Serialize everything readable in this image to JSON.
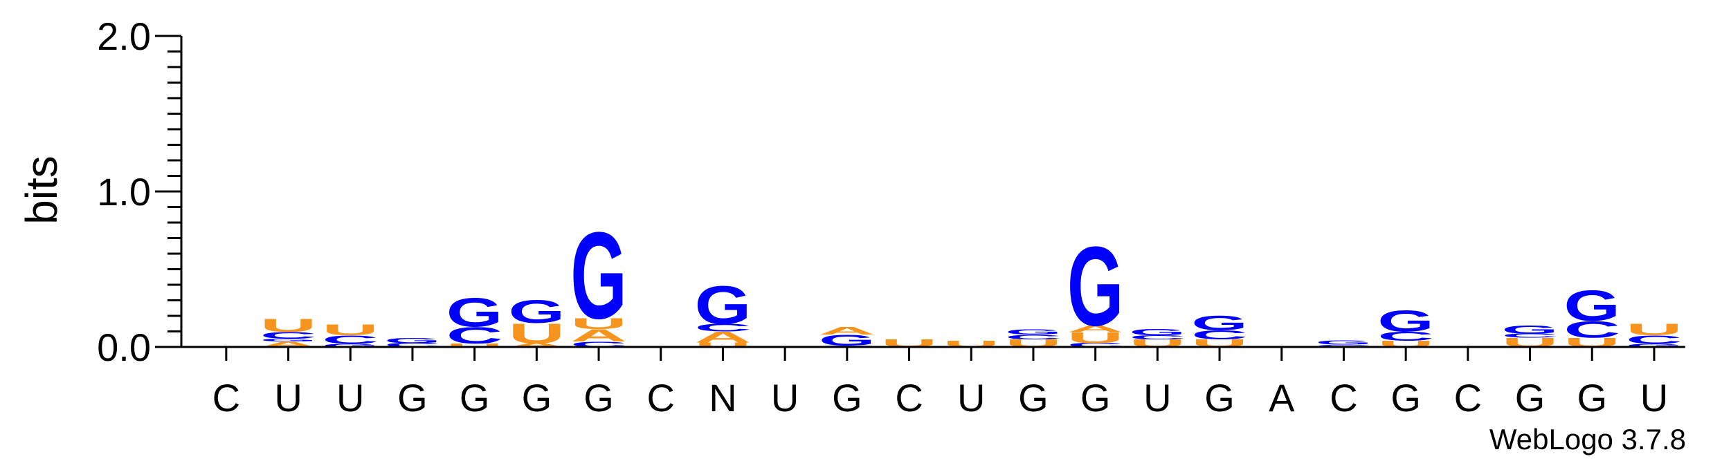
{
  "chart_data": {
    "type": "sequence-logo",
    "ylabel": "bits",
    "ylim": [
      0,
      2.0
    ],
    "yticks": [
      "0.0",
      "1.0",
      "2.0"
    ],
    "yticks_values": [
      0,
      1,
      2
    ],
    "consensus": [
      "C",
      "U",
      "U",
      "G",
      "G",
      "G",
      "G",
      "C",
      "N",
      "U",
      "G",
      "C",
      "U",
      "G",
      "G",
      "U",
      "G",
      "A",
      "C",
      "G",
      "C",
      "G",
      "G",
      "U"
    ],
    "colors": {
      "A": "#f7941d",
      "C": "#0000ff",
      "G": "#0000ff",
      "U": "#f7941d"
    },
    "stacks": [
      [],
      [
        {
          "letter": "A",
          "bits": 0.035
        },
        {
          "letter": "G",
          "bits": 0.018
        },
        {
          "letter": "C",
          "bits": 0.045
        },
        {
          "letter": "U",
          "bits": 0.085
        }
      ],
      [
        {
          "letter": "G",
          "bits": 0.02
        },
        {
          "letter": "C",
          "bits": 0.055
        },
        {
          "letter": "U",
          "bits": 0.07
        }
      ],
      [
        {
          "letter": "C",
          "bits": 0.025
        },
        {
          "letter": "G",
          "bits": 0.035
        }
      ],
      [
        {
          "letter": "U",
          "bits": 0.022
        },
        {
          "letter": "C",
          "bits": 0.11
        },
        {
          "letter": "G",
          "bits": 0.19
        }
      ],
      [
        {
          "letter": "A",
          "bits": 0.025
        },
        {
          "letter": "U",
          "bits": 0.13
        },
        {
          "letter": "G",
          "bits": 0.15
        }
      ],
      [
        {
          "letter": "C",
          "bits": 0.035
        },
        {
          "letter": "A",
          "bits": 0.08
        },
        {
          "letter": "U",
          "bits": 0.07
        },
        {
          "letter": "G",
          "bits": 0.57
        }
      ],
      [],
      [
        {
          "letter": "U",
          "bits": 0.03
        },
        {
          "letter": "A",
          "bits": 0.07
        },
        {
          "letter": "C",
          "bits": 0.05
        },
        {
          "letter": "G",
          "bits": 0.25
        }
      ],
      [],
      [
        {
          "letter": "C",
          "bits": 0.01
        },
        {
          "letter": "G",
          "bits": 0.07
        },
        {
          "letter": "A",
          "bits": 0.05
        }
      ],
      [
        {
          "letter": "U",
          "bits": 0.05
        }
      ],
      [
        {
          "letter": "U",
          "bits": 0.04
        }
      ],
      [
        {
          "letter": "U",
          "bits": 0.05
        },
        {
          "letter": "C",
          "bits": 0.03
        },
        {
          "letter": "G",
          "bits": 0.035
        }
      ],
      [
        {
          "letter": "C",
          "bits": 0.025
        },
        {
          "letter": "U",
          "bits": 0.07
        },
        {
          "letter": "A",
          "bits": 0.045
        },
        {
          "letter": "G",
          "bits": 0.52
        }
      ],
      [
        {
          "letter": "U",
          "bits": 0.05
        },
        {
          "letter": "C",
          "bits": 0.025
        },
        {
          "letter": "G",
          "bits": 0.04
        }
      ],
      [
        {
          "letter": "U",
          "bits": 0.05
        },
        {
          "letter": "C",
          "bits": 0.06
        },
        {
          "letter": "G",
          "bits": 0.095
        }
      ],
      [],
      [
        {
          "letter": "C",
          "bits": 0.015
        },
        {
          "letter": "G",
          "bits": 0.025
        }
      ],
      [
        {
          "letter": "U",
          "bits": 0.04
        },
        {
          "letter": "C",
          "bits": 0.06
        },
        {
          "letter": "G",
          "bits": 0.14
        }
      ],
      [],
      [
        {
          "letter": "U",
          "bits": 0.06
        },
        {
          "letter": "C",
          "bits": 0.025
        },
        {
          "letter": "G",
          "bits": 0.055
        }
      ],
      [
        {
          "letter": "U",
          "bits": 0.06
        },
        {
          "letter": "C",
          "bits": 0.11
        },
        {
          "letter": "G",
          "bits": 0.2
        }
      ],
      [
        {
          "letter": "G",
          "bits": 0.02
        },
        {
          "letter": "C",
          "bits": 0.055
        },
        {
          "letter": "U",
          "bits": 0.075
        }
      ]
    ]
  },
  "footer": {
    "credit": "WebLogo 3.7.8"
  }
}
